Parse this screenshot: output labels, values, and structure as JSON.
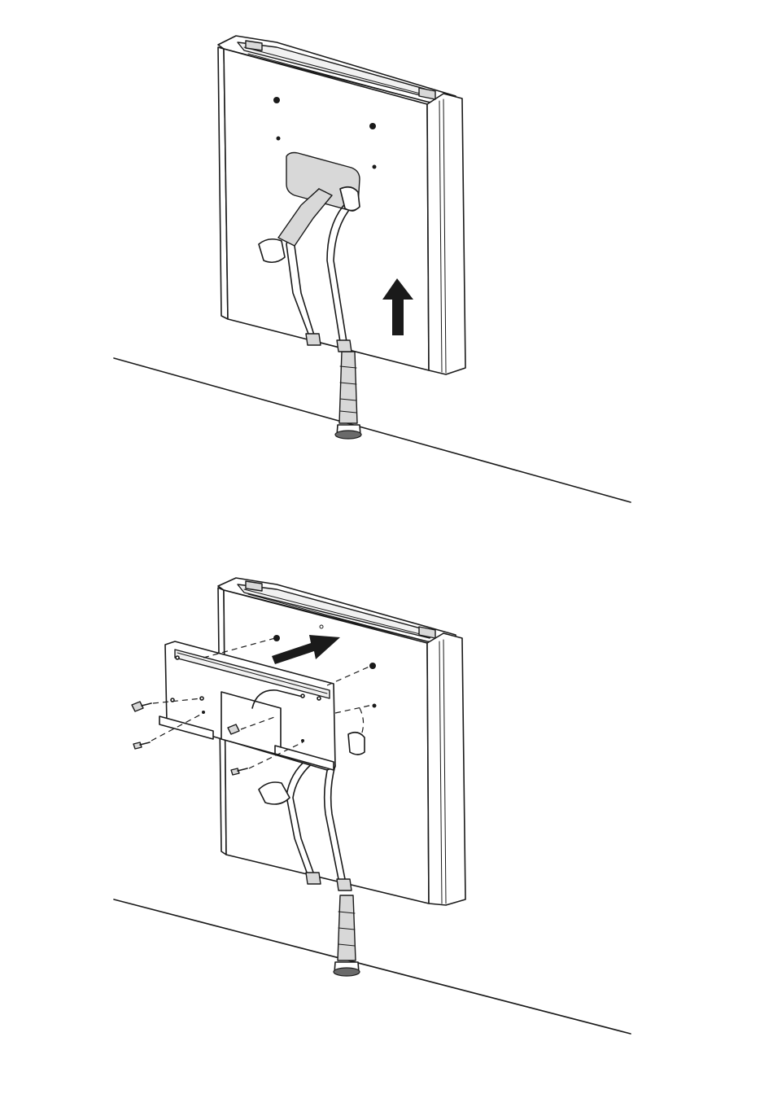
{
  "figure": {
    "steps": [
      {
        "id": "step-1",
        "arrow": "up"
      },
      {
        "id": "step-2",
        "arrow": "diagonal"
      }
    ],
    "colors": {
      "line": "#1a1a1a",
      "fill": "#ffffff",
      "shade": "#d8d8d8"
    }
  }
}
